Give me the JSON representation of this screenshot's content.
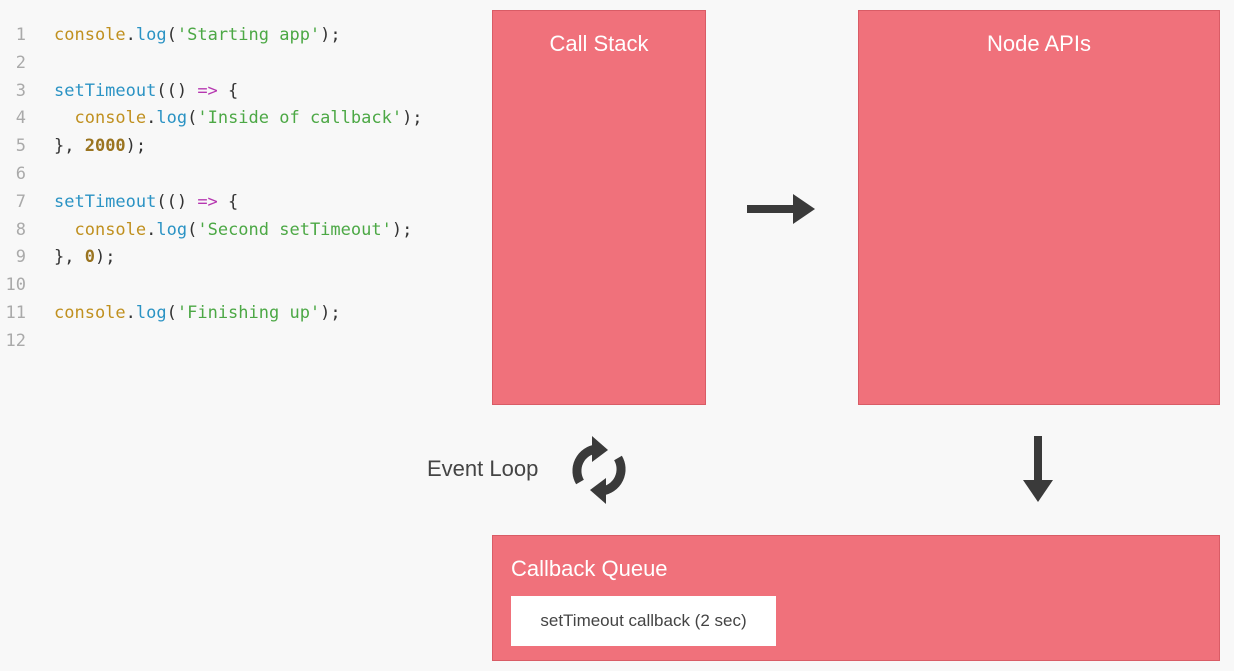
{
  "code": {
    "lines": [
      {
        "n": "1",
        "tokens": [
          [
            "obj",
            "console"
          ],
          [
            "p",
            "."
          ],
          [
            "fn",
            "log"
          ],
          [
            "p",
            "("
          ],
          [
            "str",
            "'Starting app'"
          ],
          [
            "p",
            ");"
          ]
        ]
      },
      {
        "n": "2",
        "tokens": []
      },
      {
        "n": "3",
        "tokens": [
          [
            "fn",
            "setTimeout"
          ],
          [
            "p",
            "(() "
          ],
          [
            "op",
            "=>"
          ],
          [
            "p",
            " {"
          ]
        ]
      },
      {
        "n": "4",
        "tokens": [
          [
            "p",
            "  "
          ],
          [
            "obj",
            "console"
          ],
          [
            "p",
            "."
          ],
          [
            "fn",
            "log"
          ],
          [
            "p",
            "("
          ],
          [
            "str",
            "'Inside of callback'"
          ],
          [
            "p",
            ");"
          ]
        ]
      },
      {
        "n": "5",
        "tokens": [
          [
            "p",
            "}, "
          ],
          [
            "num",
            "2000"
          ],
          [
            "p",
            ");"
          ]
        ]
      },
      {
        "n": "6",
        "tokens": []
      },
      {
        "n": "7",
        "tokens": [
          [
            "fn",
            "setTimeout"
          ],
          [
            "p",
            "(() "
          ],
          [
            "op",
            "=>"
          ],
          [
            "p",
            " {"
          ]
        ]
      },
      {
        "n": "8",
        "tokens": [
          [
            "p",
            "  "
          ],
          [
            "obj",
            "console"
          ],
          [
            "p",
            "."
          ],
          [
            "fn",
            "log"
          ],
          [
            "p",
            "("
          ],
          [
            "str",
            "'Second setTimeout'"
          ],
          [
            "p",
            ");"
          ]
        ]
      },
      {
        "n": "9",
        "tokens": [
          [
            "p",
            "}, "
          ],
          [
            "num",
            "0"
          ],
          [
            "p",
            ");"
          ]
        ]
      },
      {
        "n": "10",
        "tokens": []
      },
      {
        "n": "11",
        "tokens": [
          [
            "obj",
            "console"
          ],
          [
            "p",
            "."
          ],
          [
            "fn",
            "log"
          ],
          [
            "p",
            "("
          ],
          [
            "str",
            "'Finishing up'"
          ],
          [
            "p",
            ");"
          ]
        ]
      },
      {
        "n": "12",
        "tokens": []
      }
    ]
  },
  "diagram": {
    "call_stack": "Call Stack",
    "node_apis": "Node APIs",
    "callback_queue": "Callback Queue",
    "queue_items": [
      "setTimeout callback (2 sec)"
    ],
    "event_loop": "Event Loop",
    "box_color": "#f0717b"
  }
}
